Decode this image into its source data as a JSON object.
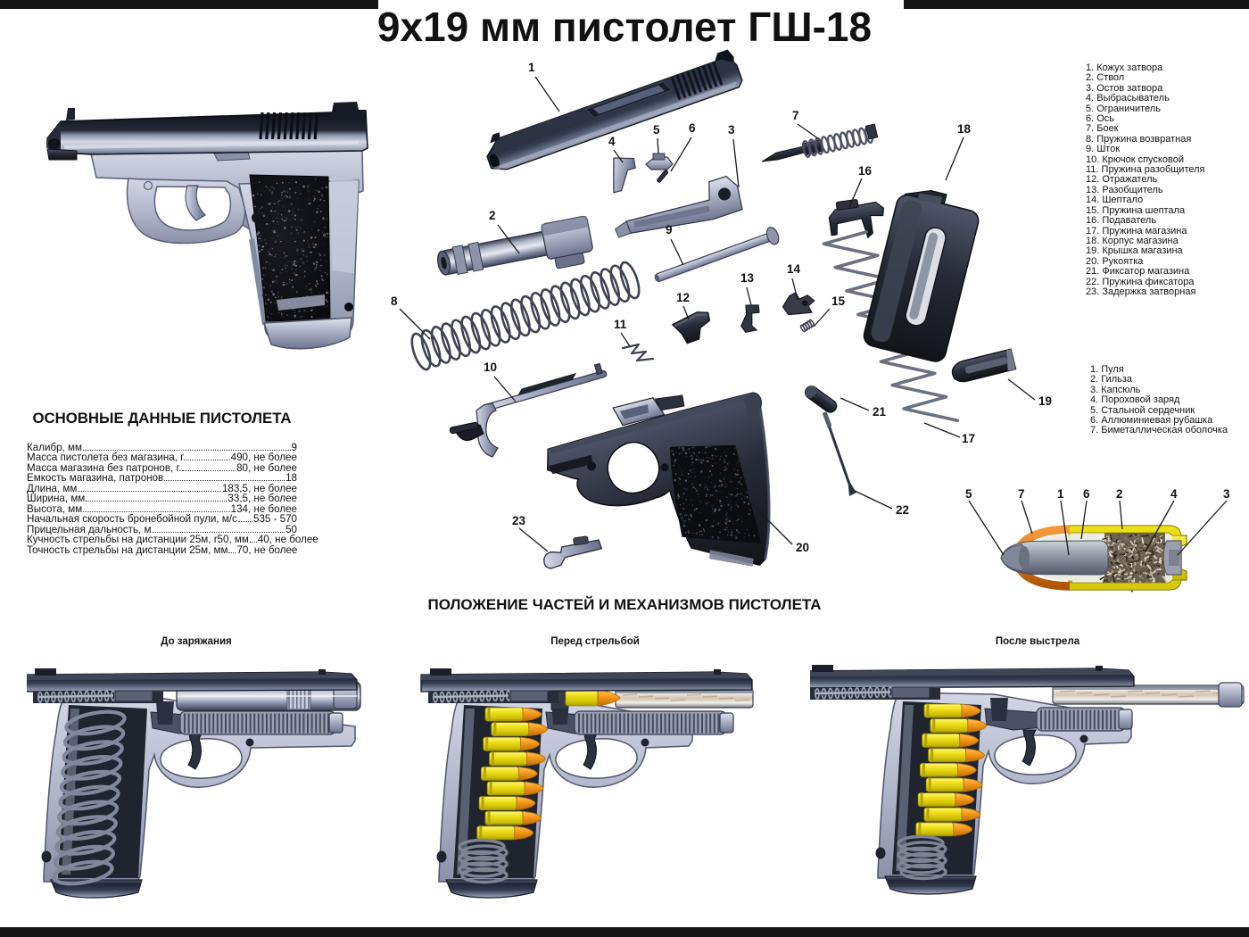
{
  "title": "9х19 мм пистолет ГШ-18",
  "parts_list": {
    "items": [
      "1. Кожух затвора",
      "2. Ствол",
      "3. Остов затвора",
      "4. Выбрасыватель",
      "5. Ограничитель",
      "6. Ось",
      "7. Боек",
      "8. Пружина возвратная",
      "9. Шток",
      "10. Крючок спусковой",
      "11. Пружина разобщителя",
      "12. Отражатель",
      "13. Разобщитель",
      "14. Шептало",
      "15. Пружина шептала",
      "16. Подаватель",
      "17. Пружина магазина",
      "18. Корпус магазина",
      "19. Крышка магазина",
      "20. Рукоятка",
      "21. Фиксатор магазина",
      "22. Пружина фиксатора",
      "23. Задержка затворная"
    ]
  },
  "cartridge_list": {
    "items": [
      "1. Пуля",
      "2. Гильза",
      "3. Капсюль",
      "4. Пороховой заряд",
      "5. Стальной сердечник",
      "6. Аллюминиевая рубашка",
      "7. Биметаллическая оболочка"
    ]
  },
  "specs": {
    "heading": "ОСНОВНЫЕ ДАННЫЕ ПИСТОЛЕТА",
    "rows": [
      {
        "label": "Калибр,  мм",
        "value": "9"
      },
      {
        "label": "Масса пистолета без магазина, г.",
        "value": "490, не более"
      },
      {
        "label": "Масса магазина без патронов, г.",
        "value": "80, не более"
      },
      {
        "label": "Емкость магазина, патронов",
        "value": "18"
      },
      {
        "label": "Длина, мм",
        "value": "183,5, не более"
      },
      {
        "label": "Ширина, мм",
        "value": "33,5, не более"
      },
      {
        "label": "Высота, мм",
        "value": "134, не более"
      },
      {
        "label": "Начальная скорость бронебойной пули, м/с",
        "value": "535 - 570"
      },
      {
        "label": "Прицельная дальность, м",
        "value": "50"
      },
      {
        "label": "Кучность стрельбы на дистанции 25м, r50, мм",
        "value": "40, не более"
      },
      {
        "label": "Точность стрельбы на дистанции 25м, мм",
        "value": "70, не более"
      }
    ]
  },
  "mechanism_heading": "ПОЛОЖЕНИЕ ЧАСТЕЙ И МЕХАНИЗМОВ ПИСТОЛЕТА",
  "cutaways": [
    {
      "caption": "До заряжания"
    },
    {
      "caption": "Перед стрельбой"
    },
    {
      "caption": "После выстрела"
    }
  ],
  "exploded": {
    "callouts": [
      "1",
      "2",
      "3",
      "4",
      "5",
      "6",
      "7",
      "8",
      "9",
      "10",
      "11",
      "12",
      "13",
      "14",
      "15",
      "16",
      "17",
      "18",
      "19",
      "20",
      "21",
      "22",
      "23"
    ]
  },
  "cartridge_diagram": {
    "callouts": [
      "5",
      "7",
      "1",
      "6",
      "2",
      "4",
      "3"
    ]
  }
}
